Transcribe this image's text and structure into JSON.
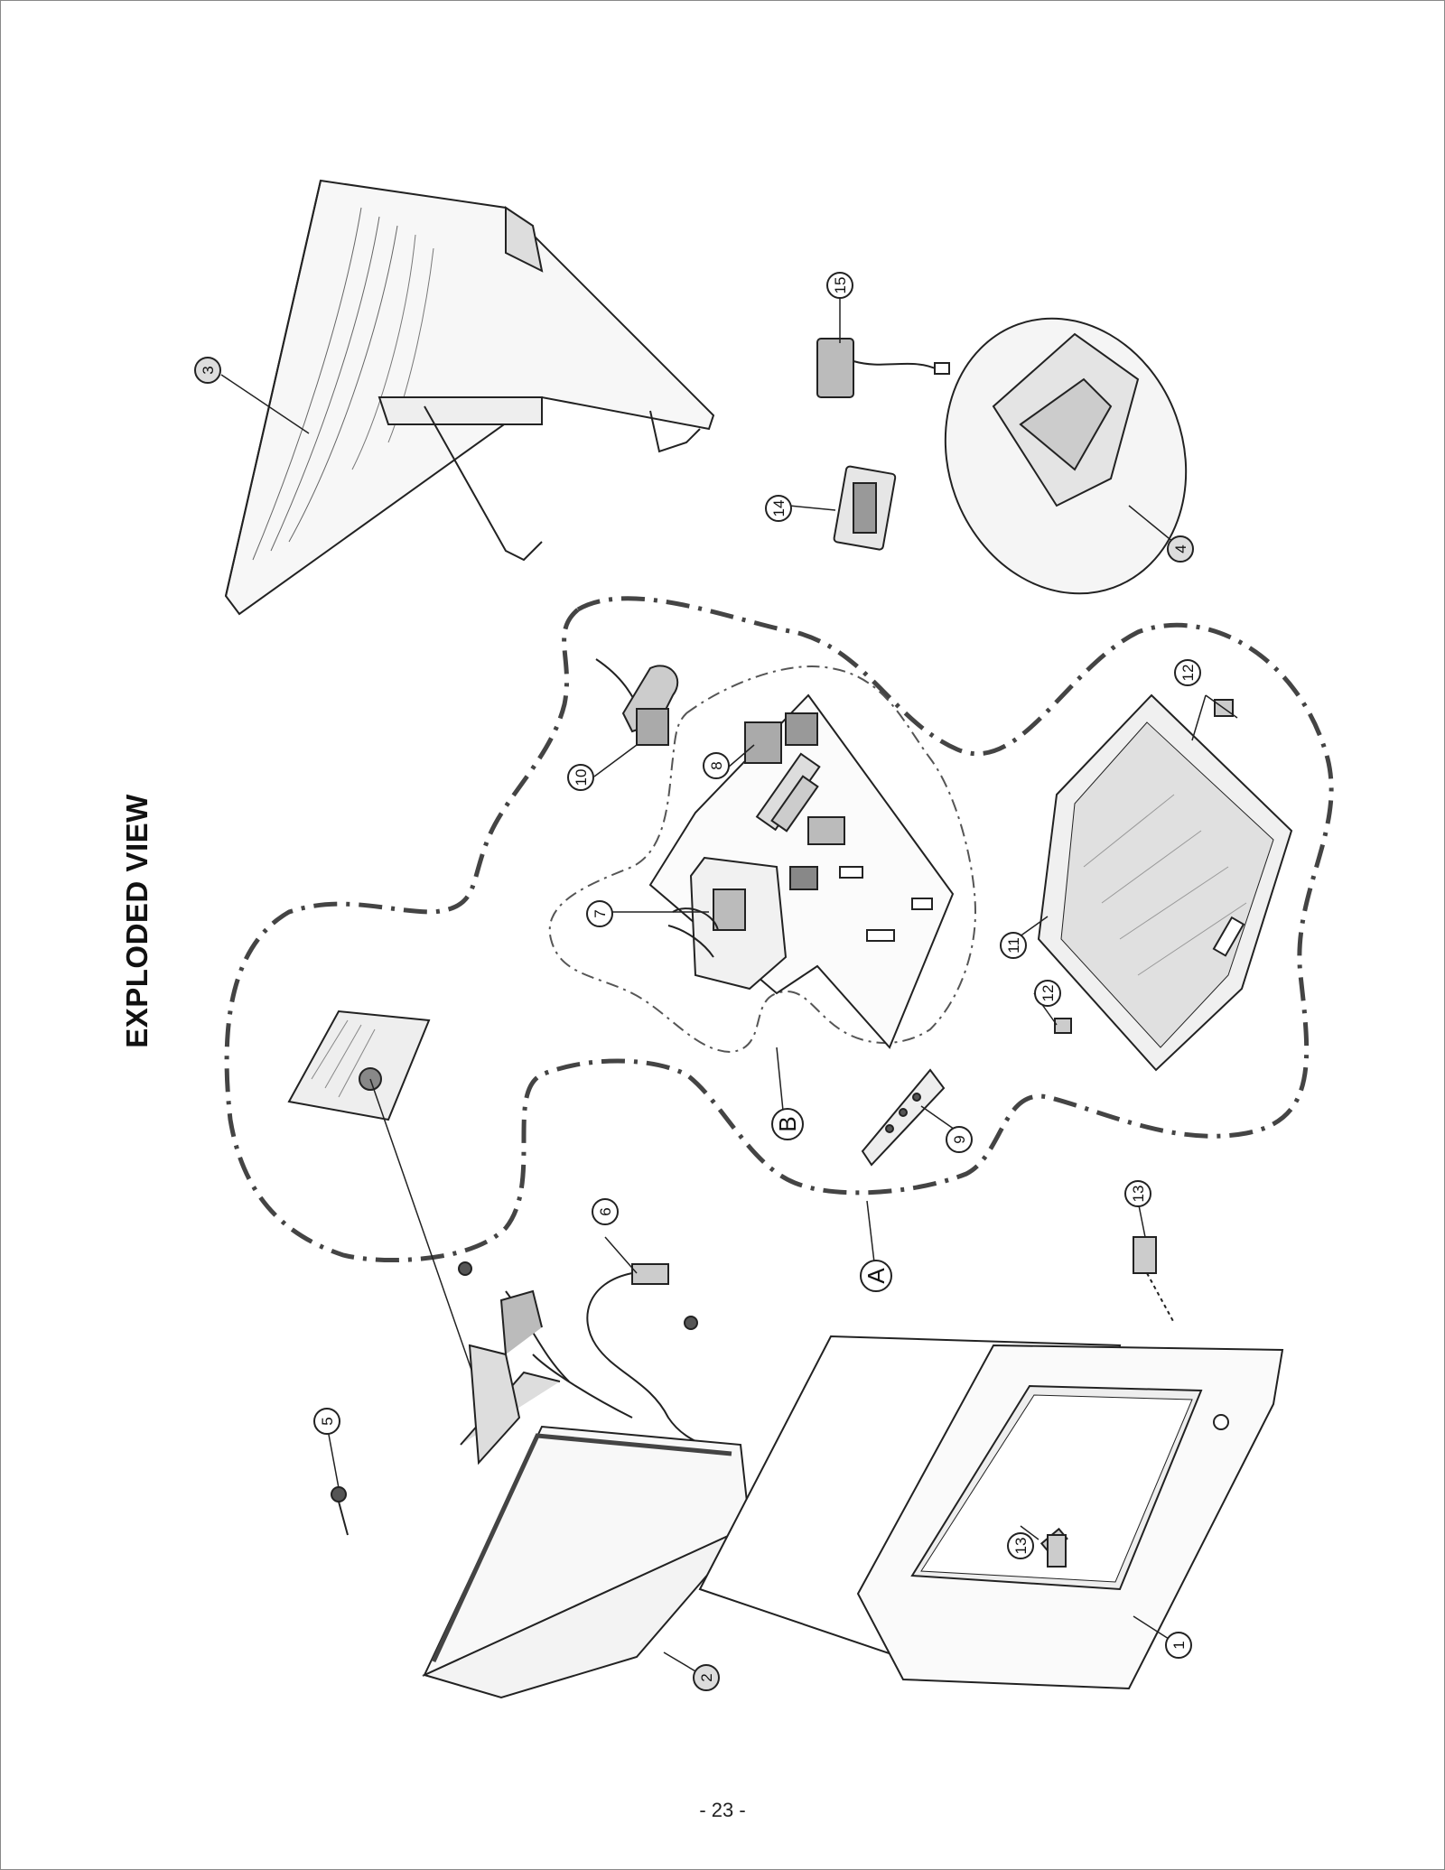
{
  "page": {
    "title": "EXPLODED VIEW",
    "page_number": "- 23 -"
  },
  "callouts": [
    "1",
    "2",
    "3",
    "4",
    "5",
    "6",
    "7",
    "8",
    "9",
    "10",
    "11",
    "12",
    "12",
    "13",
    "13",
    "14",
    "15"
  ],
  "group_labels": [
    "A",
    "B"
  ]
}
